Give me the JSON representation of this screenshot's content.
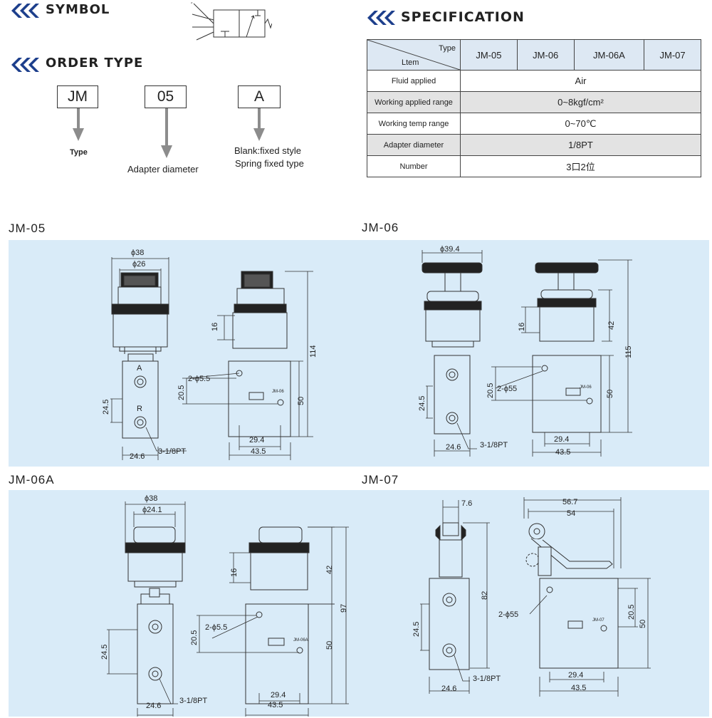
{
  "symbol": {
    "title": "SYMBOL"
  },
  "order_type": {
    "title": "ORDER TYPE",
    "codes": [
      "JM",
      "05",
      "A"
    ],
    "type_label": "Type",
    "adapter_label": "Adapter diameter",
    "blank_label": "Blank:fixed style",
    "spring_label": "Spring fixed type"
  },
  "specification": {
    "title": "SPECIFICATION",
    "corner_top": "Type",
    "corner_bottom": "Ltem",
    "models": [
      "JM-05",
      "JM-06",
      "JM-06A",
      "JM-07"
    ],
    "rows": [
      {
        "label": "Fluid applied",
        "value": "Air"
      },
      {
        "label": "Working applied  range",
        "value": "0~8kgf/cm²"
      },
      {
        "label": "Working temp range",
        "value": "0~70℃"
      },
      {
        "label": "Adapter diameter",
        "value": "1/8PT"
      },
      {
        "label": "Number",
        "value": "3口2位"
      }
    ]
  },
  "drawings": {
    "jm05": {
      "title": "JM-05",
      "dims": {
        "phi38": "ϕ38",
        "phi26": "ϕ26",
        "d16": "16",
        "d114": "114",
        "hole": "2-ϕ5.5",
        "d205": "20.5",
        "d245": "24.5",
        "d50": "50",
        "d294": "29.4",
        "d435": "43.5",
        "d246": "24.6",
        "port": "3-1/8PT",
        "port_a": "A",
        "port_r": "R",
        "tag": "JM-06"
      }
    },
    "jm06": {
      "title": "JM-06",
      "dims": {
        "phi394": "ϕ39.4",
        "d16": "16",
        "d42": "42",
        "d115": "115",
        "hole": "2-ϕ55",
        "d205": "20.5",
        "d245": "24.5",
        "d50": "50",
        "d294": "29.4",
        "d435": "43.5",
        "d246": "24.6",
        "port": "3-1/8PT",
        "tag": "JM-06"
      }
    },
    "jm06a": {
      "title": "JM-06A",
      "dims": {
        "phi38": "ϕ38",
        "phi241": "ϕ24.1",
        "d16": "16",
        "d42": "42",
        "d97": "97",
        "hole": "2-ϕ5.5",
        "d205": "20.5",
        "d245": "24.5",
        "d50": "50",
        "d294": "29.4",
        "d435": "43.5",
        "d246": "24.6",
        "port": "3-1/8PT",
        "tag": "JM-06A"
      }
    },
    "jm07": {
      "title": "JM-07",
      "dims": {
        "d76": "7.6",
        "d567": "56.7",
        "d54": "54",
        "d82": "82",
        "hole": "2-ϕ55",
        "d205": "20.5",
        "d245": "24.5",
        "d50": "50",
        "d294": "29.4",
        "d435": "43.5",
        "d246": "24.6",
        "port": "3-1/8PT",
        "tag": "JM-07"
      }
    }
  },
  "colors": {
    "accent": "#1d3f8c",
    "panel": "#d9ebf8",
    "line": "#333333",
    "shade": "#e3e3e3"
  }
}
